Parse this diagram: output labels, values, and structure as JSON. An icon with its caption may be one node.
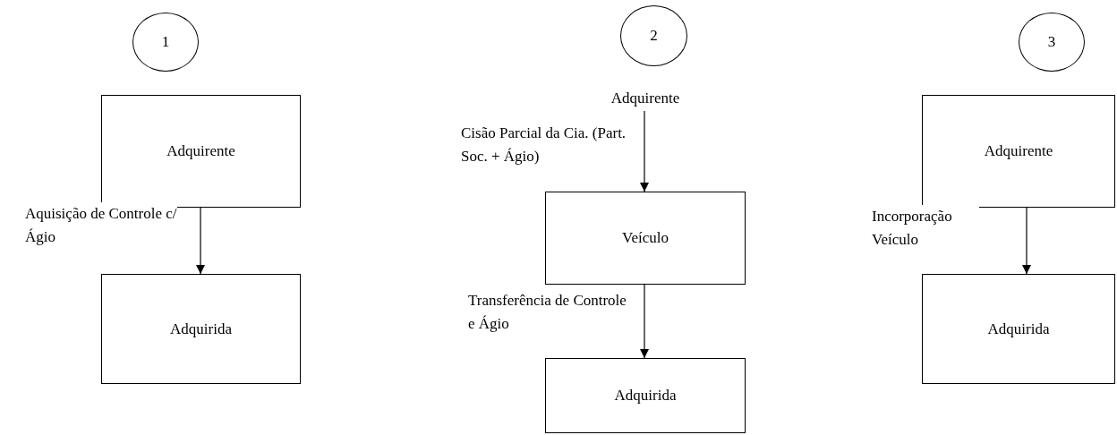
{
  "diagram": {
    "nodes": [
      {
        "text": [
          "1"
        ]
      },
      {
        "text": [
          "Adquirente"
        ]
      },
      {
        "text": [
          "Adquirida"
        ]
      },
      {
        "text": [
          "2"
        ]
      },
      {
        "text": [
          "Adquirente"
        ]
      },
      {
        "text": [
          "Veículo"
        ]
      },
      {
        "text": [
          "Adquirida"
        ]
      },
      {
        "text": [
          "3"
        ]
      },
      {
        "text": [
          "Adquirente"
        ]
      },
      {
        "text": [
          "Adquirida"
        ]
      }
    ],
    "edges": [
      {
        "from": 1,
        "to": 2,
        "arrow": "to",
        "label": "Aquisição de Controle c/ Ágio"
      },
      {
        "from": 4,
        "to": 5,
        "arrow": "to",
        "label": "Cisão Parcial da Cia. (Part. Soc. + Ágio)"
      },
      {
        "from": 5,
        "to": 6,
        "arrow": "to",
        "label": "Transferência de Controle e Ágio"
      },
      {
        "from": 8,
        "to": 9,
        "arrow": "to",
        "label": "Incorporação Veículo"
      }
    ]
  }
}
